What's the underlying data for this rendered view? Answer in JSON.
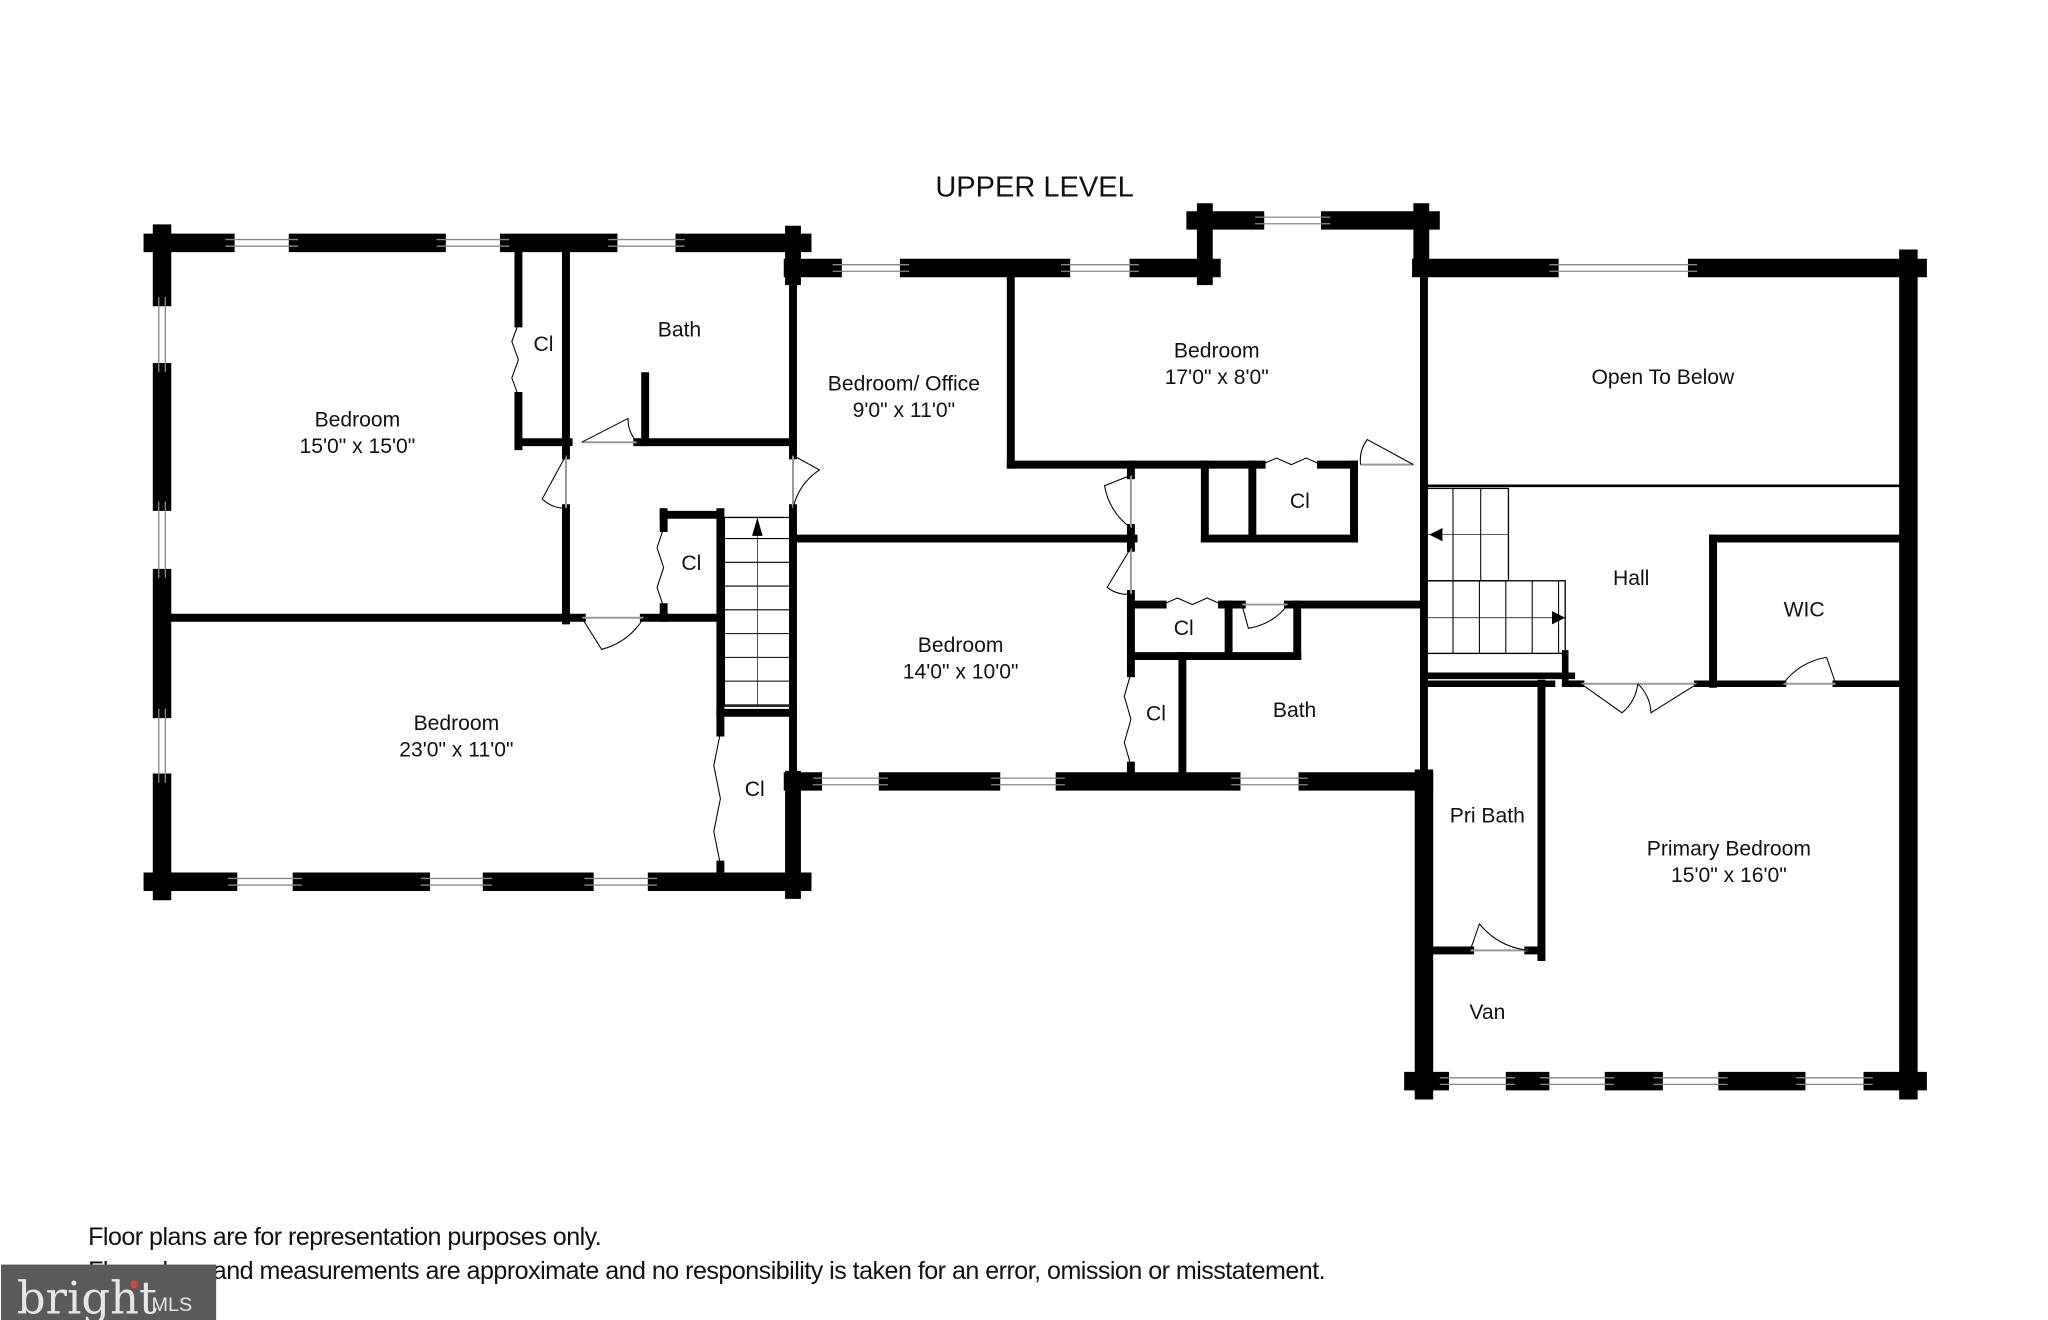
{
  "title": "UPPER LEVEL",
  "rooms": [
    {
      "name": "Bedroom",
      "size": "15'0\" x 15'0\""
    },
    {
      "name": "Cl"
    },
    {
      "name": "Bath"
    },
    {
      "name": "Bedroom/ Office",
      "size": "9'0\" x 11'0\""
    },
    {
      "name": "Bedroom",
      "size": "17'0\" x 8'0\""
    },
    {
      "name": "Open To Below"
    },
    {
      "name": "Cl"
    },
    {
      "name": "Cl"
    },
    {
      "name": "Bedroom",
      "size": "14'0\" x 10'0\""
    },
    {
      "name": "Cl"
    },
    {
      "name": "Hall"
    },
    {
      "name": "WIC"
    },
    {
      "name": "Cl"
    },
    {
      "name": "Bath"
    },
    {
      "name": "Bedroom",
      "size": "23'0\" x 11'0\""
    },
    {
      "name": "Cl"
    },
    {
      "name": "Pri Bath"
    },
    {
      "name": "Primary Bedroom",
      "size": "15'0\" x 16'0\""
    },
    {
      "name": "Van"
    }
  ],
  "disclaimer": {
    "line1": "Floor plans are for representation purposes only.",
    "line2": "Floor plans and measurements are approximate and no responsibility is taken for an error, omission or misstatement."
  },
  "logo": {
    "brand": "bright",
    "suffix": "MLS",
    "background": "#5a5a5a",
    "accent": "#d9443a"
  }
}
